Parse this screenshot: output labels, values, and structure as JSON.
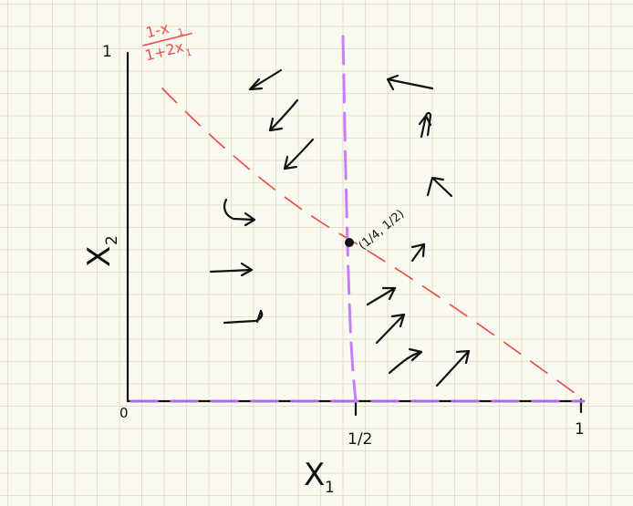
{
  "colors": {
    "paper": "#fbfaf0",
    "grid": "#e3e1cd",
    "ink": "#111111",
    "nullcline_red": "#e8504a",
    "nullcline_purple": "#c77dff"
  },
  "labels": {
    "x_axis": "X",
    "x_axis_sub": "1",
    "y_axis": "X",
    "y_axis_sub": "2",
    "tick_origin": "0",
    "tick_half": "1/2",
    "tick_x_one": "1",
    "tick_y_one": "1",
    "curve_numerator": "1-x",
    "curve_numerator_sub": "1",
    "curve_denominator": "1+2x",
    "curve_denominator_sub": "1",
    "fixed_point": "(1/4, 1/2)"
  }
}
